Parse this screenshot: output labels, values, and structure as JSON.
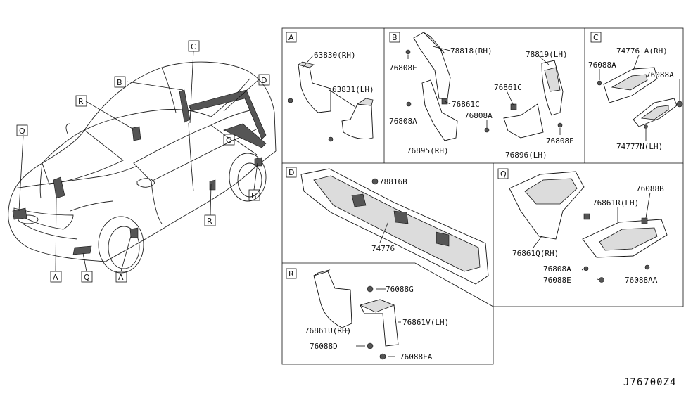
{
  "car_callouts": {
    "C": "C",
    "B": "B",
    "D": "D",
    "R": "R",
    "Q": "Q",
    "C2": "C",
    "B2": "B",
    "R2": "R",
    "A": "A",
    "Q2": "Q",
    "A2": "A"
  },
  "panel_a": {
    "letter": "A",
    "labels": {
      "p63830": "63830(RH)",
      "p63831": "63831(LH)"
    }
  },
  "panel_b": {
    "letter": "B",
    "labels": {
      "p78818": "78818(RH)",
      "p76808e_a": "76808E",
      "p78819": "78819(LH)",
      "p76861c_a": "76861C",
      "p76861c_b": "76861C",
      "p76808a_a": "76808A",
      "p76808a_b": "76808A",
      "p76808e_b": "76808E",
      "p76895": "76895(RH)",
      "p76896": "76896(LH)"
    }
  },
  "panel_c": {
    "letter": "C",
    "labels": {
      "p74776a": "74776+A(RH)",
      "p76088a_a": "76088A",
      "p76088a_b": "76088A",
      "p74777n": "74777N(LH)"
    }
  },
  "panel_d": {
    "letter": "D",
    "labels": {
      "p78816b": "78816B",
      "p74776": "74776"
    }
  },
  "panel_q": {
    "letter": "Q",
    "labels": {
      "p76088b": "76088B",
      "p76861r": "76861R(LH)",
      "p76861q": "76861Q(RH)",
      "p76808a": "76808A",
      "p76088e": "76088E",
      "p76088aa": "76088AA"
    }
  },
  "panel_r": {
    "letter": "R",
    "labels": {
      "p76088g": "76088G",
      "p76861u": "76861U(RH)",
      "p76861v": "76861V(LH)",
      "p76088d": "76088D",
      "p76088ea": "76088EA"
    }
  },
  "diagram_code": "J76700Z4"
}
